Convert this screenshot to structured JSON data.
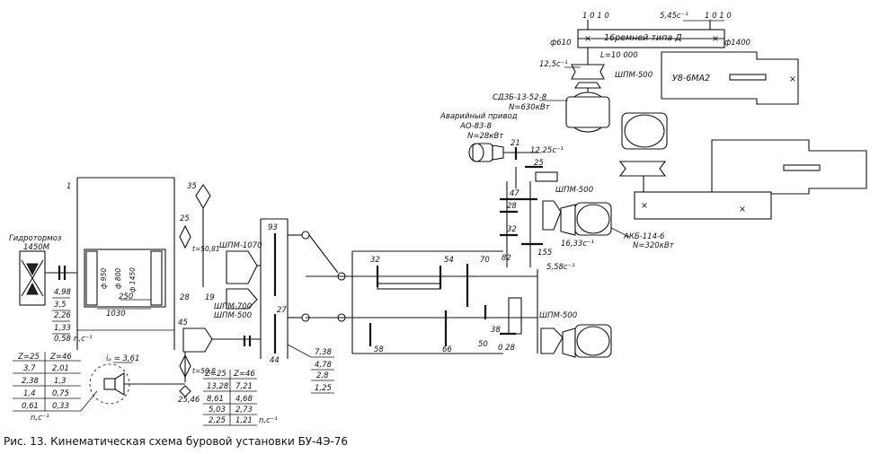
{
  "caption": "Рис. 13. Кинематическая схема буровой установки БУ-4Э-76",
  "top": {
    "belt": "16ремней типа Д",
    "d_left": "ф610",
    "d_right": "ф1400",
    "length": "L=10 000",
    "speed_top": "5,45с⁻¹",
    "speed_motor": "12,5с⁻¹",
    "clutch": "ШПМ-500",
    "pump": "У8-6МА2",
    "io1": "1 0 1 0",
    "io2": "1 0 1 0"
  },
  "motors": {
    "main_name": "СДЗБ-13-52-8",
    "main_power": "N=630кВт",
    "emerg_title": "Аварийный привод",
    "emerg_name": "АО-83-8",
    "emerg_power": "N=28кВт",
    "akb_name": "АКБ-114-6",
    "akb_power": "N=320кВт",
    "speed_1633": "16,33с⁻¹",
    "speed_1225": "12,25с⁻¹",
    "speed_558": "5,58с⁻¹",
    "clutch_a": "ШПМ-500",
    "clutch_b": "ШПМ-500"
  },
  "gears": {
    "g21": "21",
    "g25": "25",
    "g47": "47",
    "g28a": "28",
    "g32a": "32",
    "g155": "155",
    "g32": "32",
    "g54": "54",
    "g70": "70",
    "g82": "82",
    "g58": "58",
    "g66": "66",
    "g50": "50",
    "g38": "38",
    "g028": "0 28",
    "g93": "93",
    "g27": "27",
    "g44": "44",
    "g35": "35",
    "g25b": "25",
    "g28b": "28",
    "g19": "19",
    "g45": "45",
    "g2546": "25,46"
  },
  "winch": {
    "brake_title": "Гидротормоз",
    "brake_model": "1450М",
    "d950": "ф 950",
    "d800": "ф 800",
    "d1450": "ф 1450",
    "dim250": "250",
    "dim1030": "1030",
    "ratio_t": "t=50,81",
    "ratio_b": "t=50,8",
    "shaft1": "1",
    "clutch_1070": "ШПМ-1070",
    "clutch_700": "ШПМ-700",
    "clutch_500": "ШПМ-500",
    "ip": "iₚ = 3,61"
  },
  "drum_speeds": {
    "values": [
      "4,98",
      "3,5",
      "2,26",
      "1,33",
      "0,58"
    ],
    "unit": "n,с⁻¹"
  },
  "table_left": {
    "headers": [
      "Z=25",
      "Z=46"
    ],
    "rows": [
      [
        "3,7",
        "2,01"
      ],
      [
        "2,38",
        "1,3"
      ],
      [
        "1,4",
        "0,75"
      ],
      [
        "0,61",
        "0,33"
      ]
    ],
    "unit": "n,с⁻¹"
  },
  "table_mid": {
    "headers": [
      "Z=25",
      "Z=46"
    ],
    "rows": [
      [
        "13,28",
        "7,21"
      ],
      [
        "8,61",
        "4,68"
      ],
      [
        "5,03",
        "2,73"
      ],
      [
        "2,25",
        "1,21"
      ]
    ],
    "unit": "n,с⁻¹"
  },
  "table_right": {
    "values": [
      "7,38",
      "4,78",
      "2,8",
      "1,25"
    ]
  },
  "colors": {
    "ink": "#111111",
    "paper": "#ffffff"
  }
}
